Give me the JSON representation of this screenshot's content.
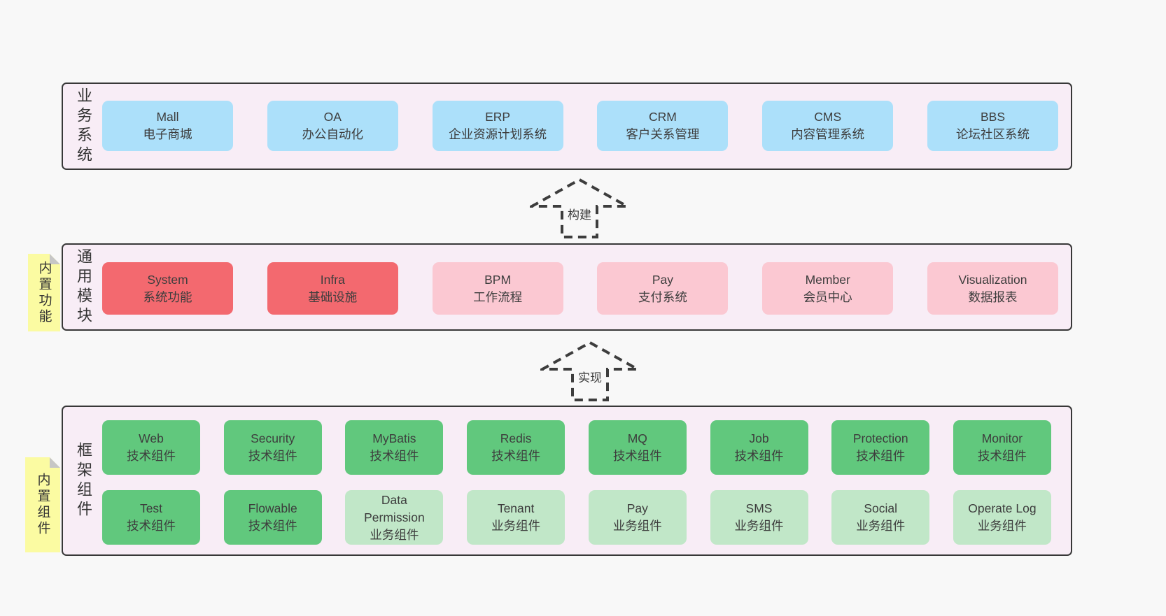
{
  "colors": {
    "page_bg": "#f8f8f8",
    "panel_bg": "#f8edf6",
    "panel_border": "#383838",
    "box_blue": "#ace0fa",
    "box_red": "#f3696f",
    "box_pink": "#fbc8d2",
    "box_green_dark": "#61c87d",
    "box_green_light": "#c1e7c8",
    "sticky_yellow": "#fbfba2",
    "sticky_fold_gray": "#c6c6c6",
    "text": "#3d3d3d"
  },
  "arrows": [
    {
      "label": "构建"
    },
    {
      "label": "实现"
    }
  ],
  "panels": {
    "business": {
      "label": "业务系统",
      "boxes": [
        {
          "title": "Mall",
          "subtitle": "电子商城"
        },
        {
          "title": "OA",
          "subtitle": "办公自动化"
        },
        {
          "title": "ERP",
          "subtitle": "企业资源计划系统"
        },
        {
          "title": "CRM",
          "subtitle": "客户关系管理"
        },
        {
          "title": "CMS",
          "subtitle": "内容管理系统"
        },
        {
          "title": "BBS",
          "subtitle": "论坛社区系统"
        }
      ]
    },
    "modules": {
      "label": "通用模块",
      "sticky": "内置功能",
      "boxes": [
        {
          "title": "System",
          "subtitle": "系统功能"
        },
        {
          "title": "Infra",
          "subtitle": "基础设施"
        },
        {
          "title": "BPM",
          "subtitle": "工作流程"
        },
        {
          "title": "Pay",
          "subtitle": "支付系统"
        },
        {
          "title": "Member",
          "subtitle": "会员中心"
        },
        {
          "title": "Visualization",
          "subtitle": "数据报表"
        }
      ]
    },
    "framework": {
      "label": "框架组件",
      "sticky": "内置组件",
      "row1": [
        {
          "title": "Web",
          "subtitle": "技术组件"
        },
        {
          "title": "Security",
          "subtitle": "技术组件"
        },
        {
          "title": "MyBatis",
          "subtitle": "技术组件"
        },
        {
          "title": "Redis",
          "subtitle": "技术组件"
        },
        {
          "title": "MQ",
          "subtitle": "技术组件"
        },
        {
          "title": "Job",
          "subtitle": "技术组件"
        },
        {
          "title": "Protection",
          "subtitle": "技术组件"
        },
        {
          "title": "Monitor",
          "subtitle": "技术组件"
        }
      ],
      "row2": [
        {
          "title": "Test",
          "subtitle": "技术组件"
        },
        {
          "title": "Flowable",
          "subtitle": "技术组件"
        },
        {
          "title": "Data Permission",
          "subtitle": "业务组件"
        },
        {
          "title": "Tenant",
          "subtitle": "业务组件"
        },
        {
          "title": "Pay",
          "subtitle": "业务组件"
        },
        {
          "title": "SMS",
          "subtitle": "业务组件"
        },
        {
          "title": "Social",
          "subtitle": "业务组件"
        },
        {
          "title": "Operate Log",
          "subtitle": "业务组件"
        }
      ]
    }
  }
}
